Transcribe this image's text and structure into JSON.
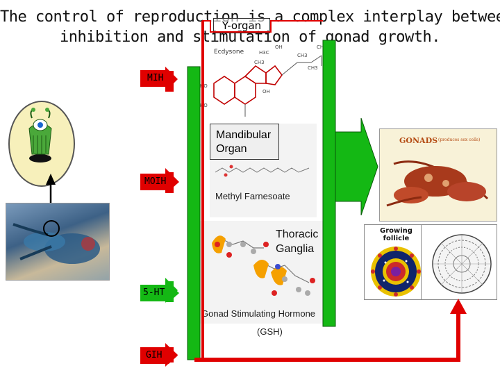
{
  "title": {
    "line1": "The control of reproduction is a complex interplay between",
    "line2": "inhibition and stimulation of gonad growth."
  },
  "y_organ_label": "Y-organ",
  "ecdysone_label": "Ecdysone",
  "mandibular": {
    "label_line1": "Mandibular",
    "label_line2": "Organ",
    "molecule": "Methyl Farnesoate"
  },
  "thoracic": {
    "label_line1": "Thoracic",
    "label_line2": "Ganglia",
    "hormone_line1": "Gonad Stimulating Hormone",
    "hormone_line2": "(GSH)"
  },
  "arrows": {
    "mih": "MIH",
    "moih": "MOIH",
    "serotonin": "5-HT",
    "gih": "GIH"
  },
  "gonads": {
    "label": "GONADS",
    "sublabel": "(produces sex cells)"
  },
  "follicle": {
    "label_line1": "Growing",
    "label_line2": "follicle"
  },
  "colors": {
    "red_arrow": "#e00000",
    "green_arrow": "#14b814",
    "dark_red_bar": "#c00000"
  }
}
